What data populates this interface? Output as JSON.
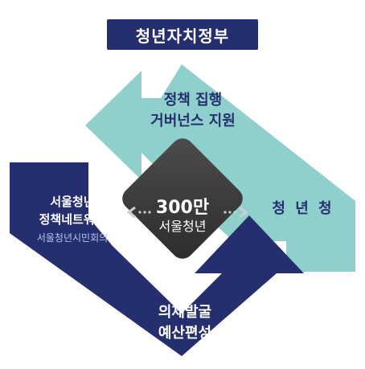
{
  "title": "청년자치정부",
  "top_arrow": {
    "line1": "정책 집행",
    "line2": "거버넌스 지원"
  },
  "left_box": {
    "line1": "서울청년",
    "line2": "정책네트워크",
    "sub": "서울청년시민회의"
  },
  "right_label": "청 년 청",
  "center": {
    "number": "300만",
    "label": "서울청년"
  },
  "bottom_arrow": {
    "line1": "의제발굴",
    "line2": "예산편성"
  },
  "colors": {
    "navy": "#252f6e",
    "teal": "#8fd0cc",
    "center_dark": "#3f3f3f"
  }
}
